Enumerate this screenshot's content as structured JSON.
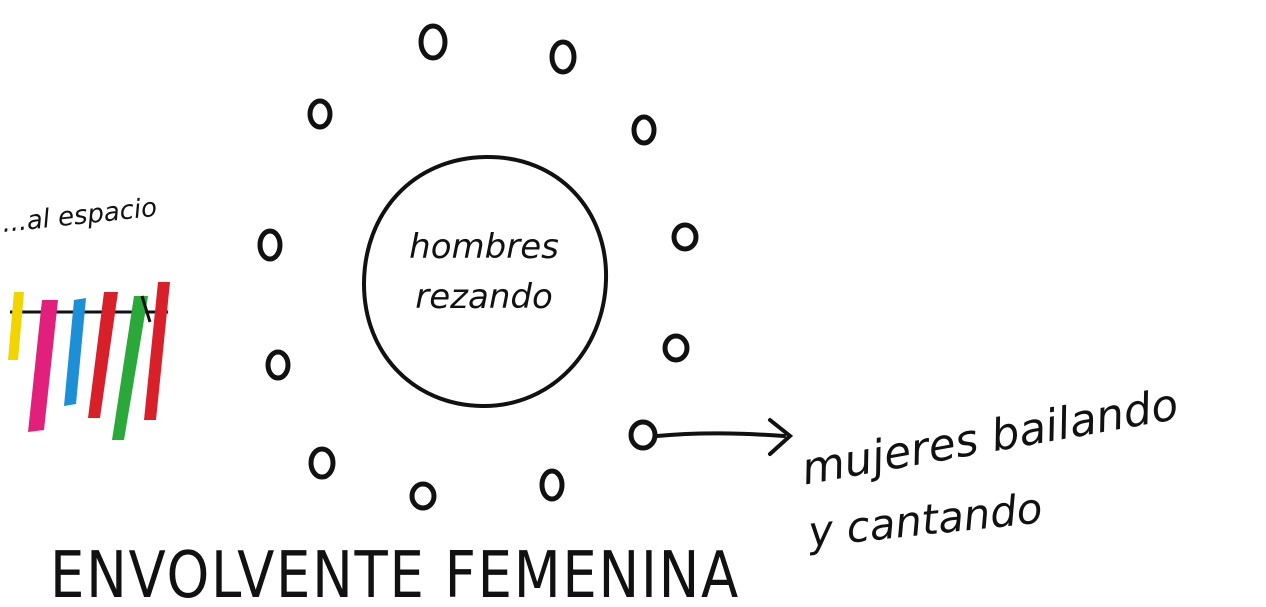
{
  "diagram": {
    "title": "ENVOLVENTE FEMENINA",
    "center_label": {
      "line1": "hombres",
      "line2": "rezando"
    },
    "arrow_label": {
      "line1": "mujeres bailando",
      "line2": "y cantando"
    },
    "side_note": "...al espacio",
    "ring_count": 12,
    "colors": {
      "ink": "#111111",
      "stripes": [
        "#f2d400",
        "#e0207a",
        "#1d8fd6",
        "#d8202a",
        "#2aa83a",
        "#d8202a"
      ]
    }
  }
}
